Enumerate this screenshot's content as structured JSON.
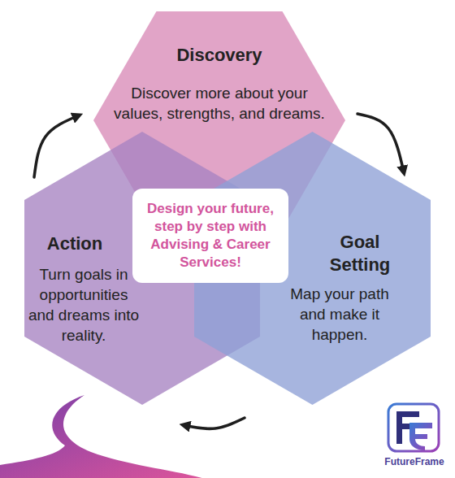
{
  "diagram": {
    "nodes": [
      {
        "text": [
          "Discovery",
          "Discover more about your values, strengths, and dreams."
        ]
      },
      {
        "text": [
          "Design your future, step by step with Advising & Career Services!"
        ]
      },
      {
        "text": [
          "Action",
          "Turn goals in opportunities and dreams into reality."
        ]
      },
      {
        "text": [
          "Goal Setting",
          "Map your path and make it happen."
        ]
      }
    ],
    "edges": [
      {
        "from": 0,
        "to": 3,
        "arrow": "to"
      },
      {
        "from": 3,
        "to": 2,
        "arrow": "to"
      },
      {
        "from": 2,
        "to": 0,
        "arrow": "to"
      }
    ],
    "labels": [
      "FutureFrame"
    ]
  }
}
